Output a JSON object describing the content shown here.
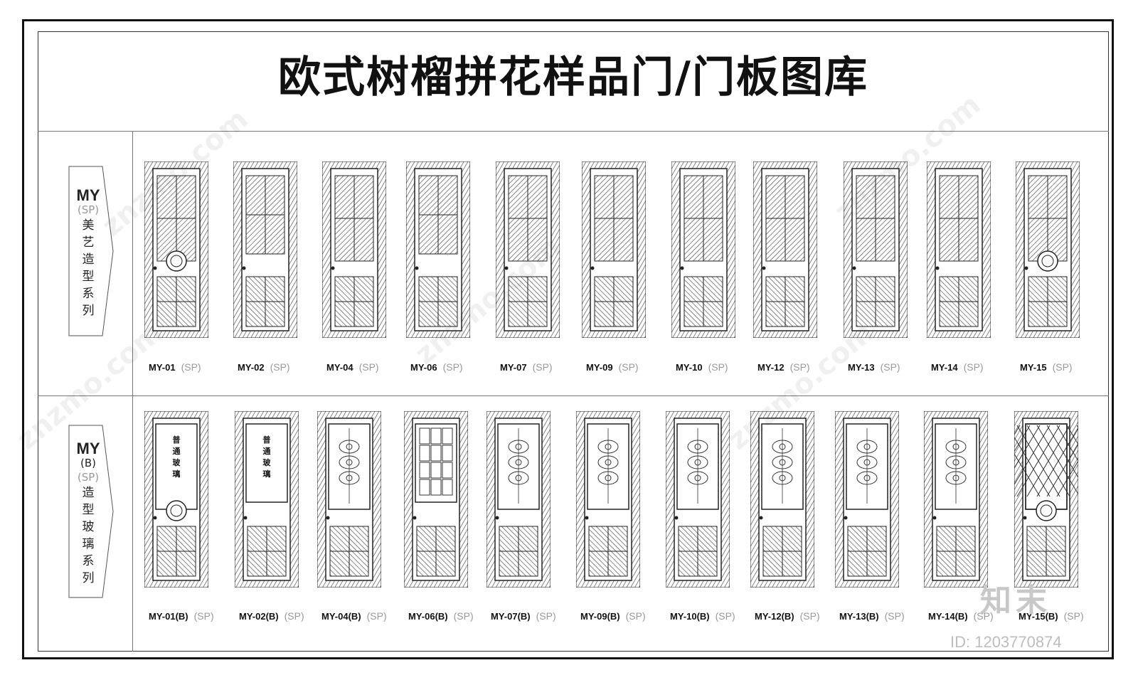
{
  "title": "欧式树榴拼花样品门/门板图库",
  "rows": [
    {
      "label": {
        "code": "MY",
        "sub": "",
        "sp": "(SP)",
        "chars": [
          "美",
          "艺",
          "造",
          "型",
          "系",
          "列"
        ]
      },
      "doors": [
        {
          "code": "MY-01",
          "sp": "(SP)"
        },
        {
          "code": "MY-02",
          "sp": "(SP)"
        },
        {
          "code": "MY-04",
          "sp": "(SP)"
        },
        {
          "code": "MY-06",
          "sp": "(SP)"
        },
        {
          "code": "MY-07",
          "sp": "(SP)"
        },
        {
          "code": "MY-09",
          "sp": "(SP)"
        },
        {
          "code": "MY-10",
          "sp": "(SP)"
        },
        {
          "code": "MY-12",
          "sp": "(SP)"
        },
        {
          "code": "MY-13",
          "sp": "(SP)"
        },
        {
          "code": "MY-14",
          "sp": "(SP)"
        },
        {
          "code": "MY-15",
          "sp": "(SP)"
        }
      ]
    },
    {
      "label": {
        "code": "MY",
        "sub": "(B)",
        "sp": "(SP)",
        "chars": [
          "造",
          "型",
          "玻",
          "璃",
          "系",
          "列"
        ]
      },
      "doors": [
        {
          "code": "MY-01(B)",
          "sp": "(SP)",
          "glass_text": [
            "普",
            "通",
            "玻",
            "璃"
          ]
        },
        {
          "code": "MY-02(B)",
          "sp": "(SP)",
          "glass_text": [
            "普",
            "通",
            "玻",
            "璃"
          ]
        },
        {
          "code": "MY-04(B)",
          "sp": "(SP)"
        },
        {
          "code": "MY-06(B)",
          "sp": "(SP)"
        },
        {
          "code": "MY-07(B)",
          "sp": "(SP)"
        },
        {
          "code": "MY-09(B)",
          "sp": "(SP)"
        },
        {
          "code": "MY-10(B)",
          "sp": "(SP)"
        },
        {
          "code": "MY-12(B)",
          "sp": "(SP)"
        },
        {
          "code": "MY-13(B)",
          "sp": "(SP)"
        },
        {
          "code": "MY-14(B)",
          "sp": "(SP)"
        },
        {
          "code": "MY-15(B)",
          "sp": "(SP)"
        }
      ]
    }
  ],
  "watermark": "znzmo.com",
  "logo": "知末",
  "image_id": "ID: 1203770874"
}
